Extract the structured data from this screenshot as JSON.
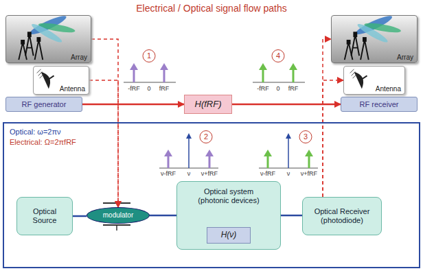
{
  "diagram": {
    "title": "Electrical / Optical signal flow paths",
    "nodes": [
      {
        "text": [
          "Array"
        ]
      },
      {
        "text": [
          "Antenna"
        ]
      },
      {
        "text": [
          "RF generator"
        ]
      },
      {
        "text": [
          "Array"
        ]
      },
      {
        "text": [
          "Antenna"
        ]
      },
      {
        "text": [
          "RF receiver"
        ]
      },
      {
        "text": [
          "H(fRF)"
        ]
      },
      {
        "text": [
          "Optical: ω=2πν",
          "Electrical: Ω=2πfRF"
        ]
      },
      {
        "text": [
          "Optical Source"
        ],
        "in": 7
      },
      {
        "text": [
          "modulator"
        ],
        "in": 7
      },
      {
        "text": [
          "Optical system (photonic devices)"
        ],
        "in": 7
      },
      {
        "text": [
          "H(ν)"
        ],
        "in": 10
      },
      {
        "text": [
          "Optical Receiver (photodiode)"
        ],
        "in": 7
      }
    ],
    "edges": [
      {
        "from": 0,
        "to": 9,
        "arrow": "to"
      },
      {
        "from": 1,
        "to": 9,
        "arrow": "to"
      },
      {
        "from": 2,
        "to": 6,
        "arrow": "to"
      },
      {
        "from": 6,
        "to": 5,
        "arrow": "to"
      },
      {
        "from": 12,
        "to": 3,
        "arrow": "to"
      },
      {
        "from": 12,
        "to": 4,
        "arrow": "to"
      },
      {
        "from": 8,
        "to": 9,
        "arrow": "none"
      },
      {
        "from": 9,
        "to": 10,
        "arrow": "none"
      },
      {
        "from": 10,
        "to": 12,
        "arrow": "none"
      }
    ],
    "labels": [
      "1",
      "-fRF",
      "0",
      "fRF",
      "4",
      "-fRF",
      "0",
      "fRF",
      "2",
      "ν-fRF",
      "ν",
      "ν+fRF",
      "3",
      "ν-fRF",
      "ν",
      "ν+fRF"
    ]
  }
}
